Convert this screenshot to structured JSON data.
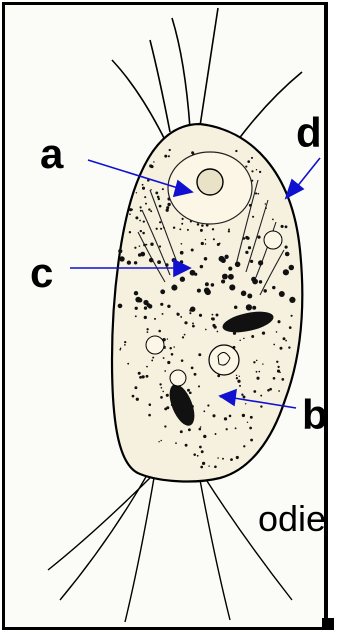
{
  "labels": {
    "a": "a",
    "b": "b",
    "c": "c",
    "d": "d"
  },
  "fragment_text": "odie",
  "colors": {
    "arrow": "#1010d0",
    "ink": "#000000",
    "cell_fill": "#f6f1df",
    "nucleus_fill": "#fbf6e6"
  }
}
